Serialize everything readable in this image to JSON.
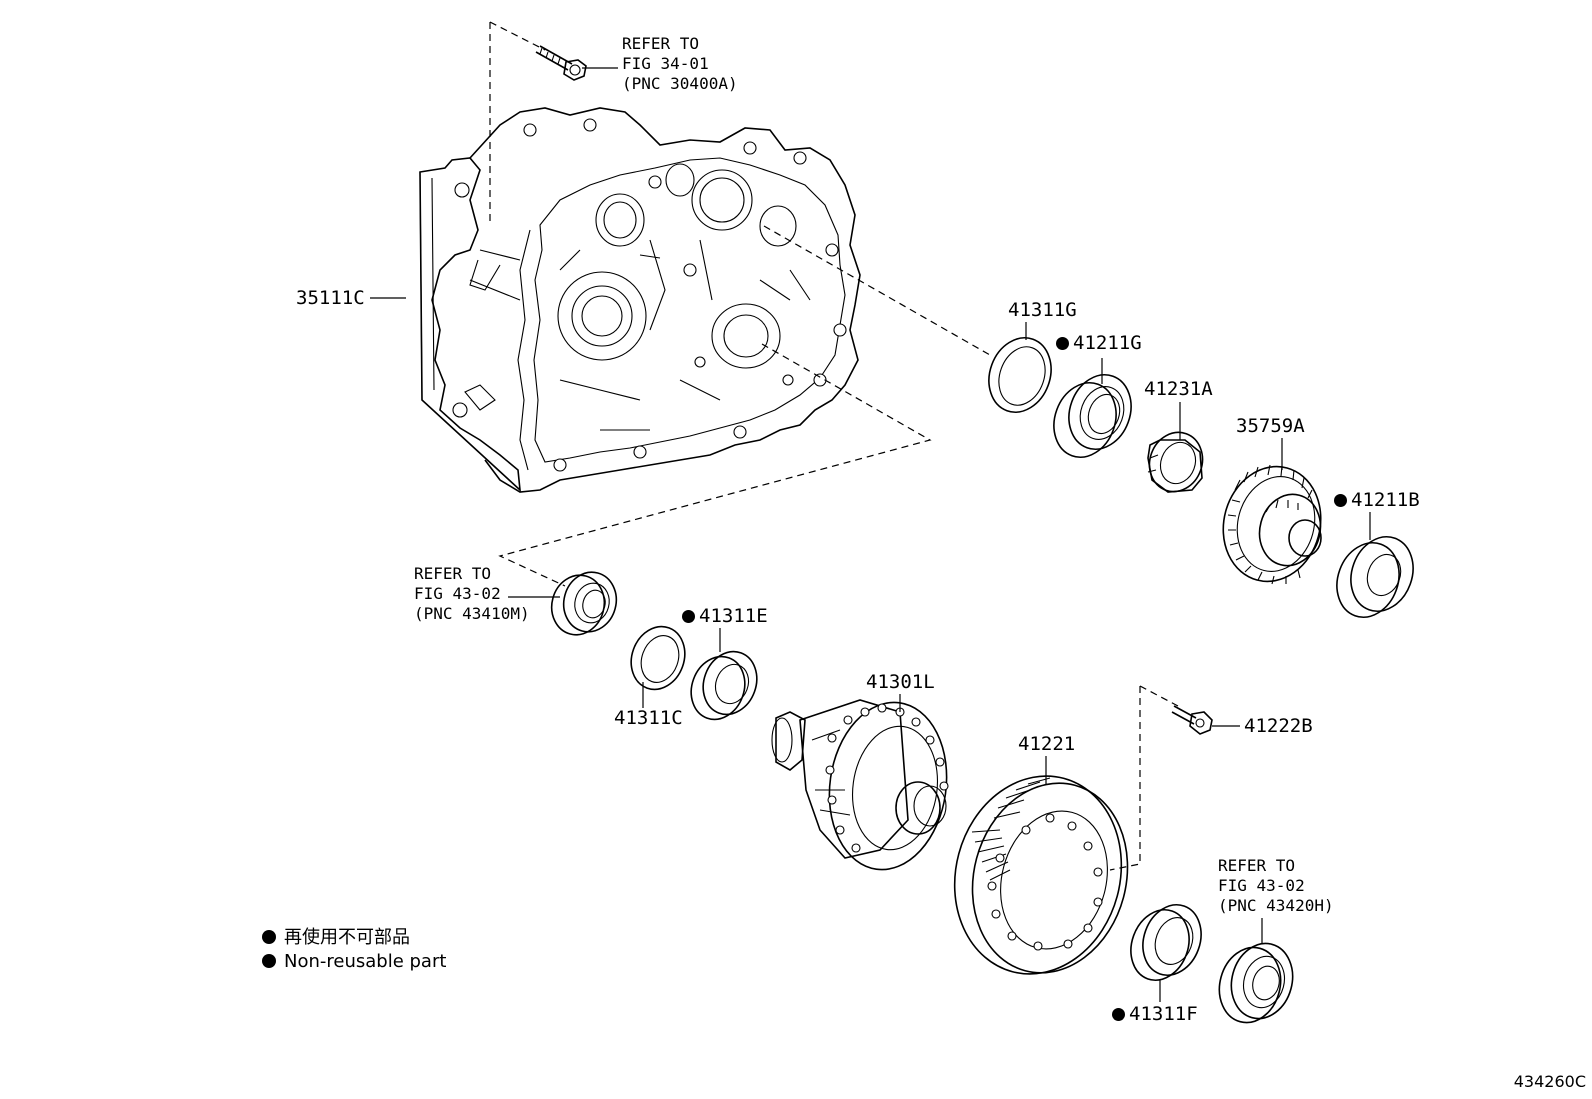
{
  "parts": {
    "p35111C": "35111C",
    "p41311G": "41311G",
    "p41211G": "41211G",
    "p41231A": "41231A",
    "p35759A": "35759A",
    "p41211B": "41211B",
    "p41311E": "41311E",
    "p41311C": "41311C",
    "p41301L": "41301L",
    "p41221": "41221",
    "p41222B": "41222B",
    "p41311F": "41311F"
  },
  "references": {
    "ref_bolt": {
      "l1": "REFER TO",
      "l2": "FIG 34-01",
      "l3": "(PNC 30400A)"
    },
    "ref_left_seal": {
      "l1": "REFER TO",
      "l2": "FIG 43-02",
      "l3": "(PNC 43410M)"
    },
    "ref_right_seal": {
      "l1": "REFER TO",
      "l2": "FIG 43-02",
      "l3": "(PNC 43420H)"
    }
  },
  "legend": {
    "japanese": "再使用不可部品",
    "english": "Non-reusable part"
  },
  "image_id": "434260C",
  "colors": {
    "line": "#000000",
    "background": "#ffffff"
  },
  "icons": {
    "non_reusable_marker": "filled-circle"
  }
}
